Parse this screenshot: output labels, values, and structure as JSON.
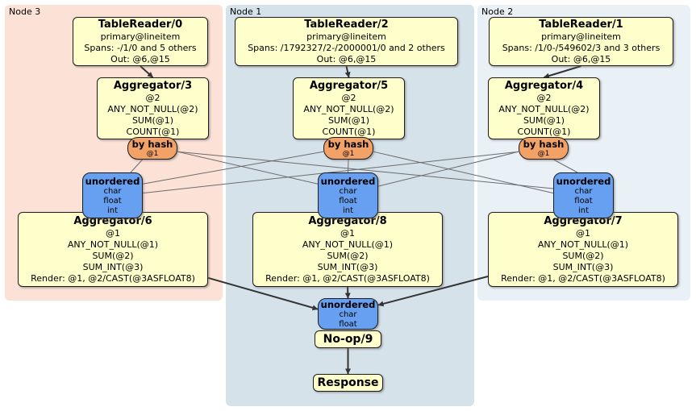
{
  "regions": [
    {
      "id": "region-node3",
      "label": "Node 3"
    },
    {
      "id": "region-node1",
      "label": "Node 1"
    },
    {
      "id": "region-node2",
      "label": "Node 2"
    }
  ],
  "nodes": {
    "tr0": {
      "title": "TableReader/0",
      "lines": [
        "primary@lineitem",
        "Spans: -/1/0 and 5 others",
        "Out: @6,@15"
      ]
    },
    "tr2": {
      "title": "TableReader/2",
      "lines": [
        "primary@lineitem",
        "Spans: /1792327/2-/2000001/0 and 2 others",
        "Out: @6,@15"
      ]
    },
    "tr1": {
      "title": "TableReader/1",
      "lines": [
        "primary@lineitem",
        "Spans: /1/0-/549602/3 and 3 others",
        "Out: @6,@15"
      ]
    },
    "agg3": {
      "title": "Aggregator/3",
      "lines": [
        "@2",
        "ANY_NOT_NULL(@2)",
        "SUM(@1)",
        "COUNT(@1)"
      ]
    },
    "agg5": {
      "title": "Aggregator/5",
      "lines": [
        "@2",
        "ANY_NOT_NULL(@2)",
        "SUM(@1)",
        "COUNT(@1)"
      ]
    },
    "agg4": {
      "title": "Aggregator/4",
      "lines": [
        "@2",
        "ANY_NOT_NULL(@2)",
        "SUM(@1)",
        "COUNT(@1)"
      ]
    },
    "byhash3": {
      "title": "by hash",
      "lines": [
        "@1"
      ]
    },
    "byhash5": {
      "title": "by hash",
      "lines": [
        "@1"
      ]
    },
    "byhash4": {
      "title": "by hash",
      "lines": [
        "@1"
      ]
    },
    "uno3": {
      "title": "unordered",
      "lines": [
        "char",
        "float",
        "int"
      ]
    },
    "uno1": {
      "title": "unordered",
      "lines": [
        "char",
        "float",
        "int"
      ]
    },
    "uno2": {
      "title": "unordered",
      "lines": [
        "char",
        "float",
        "int"
      ]
    },
    "agg6": {
      "title": "Aggregator/6",
      "lines": [
        "@1",
        "ANY_NOT_NULL(@1)",
        "SUM(@2)",
        "SUM_INT(@3)",
        "Render: @1, @2/CAST(@3ASFLOAT8)"
      ]
    },
    "agg8": {
      "title": "Aggregator/8",
      "lines": [
        "@1",
        "ANY_NOT_NULL(@1)",
        "SUM(@2)",
        "SUM_INT(@3)",
        "Render: @1, @2/CAST(@3ASFLOAT8)"
      ]
    },
    "agg7": {
      "title": "Aggregator/7",
      "lines": [
        "@1",
        "ANY_NOT_NULL(@1)",
        "SUM(@2)",
        "SUM_INT(@3)",
        "Render: @1, @2/CAST(@3ASFLOAT8)"
      ]
    },
    "unoF": {
      "title": "unordered",
      "lines": [
        "char",
        "float"
      ]
    },
    "noop": {
      "title": "No-op/9",
      "lines": []
    },
    "resp": {
      "title": "Response",
      "lines": []
    }
  },
  "edges": [
    {
      "from": "tr0",
      "to": "agg3",
      "type": "thick",
      "fa": [
        0.5,
        1
      ],
      "ta": [
        0.5,
        0
      ]
    },
    {
      "from": "tr2",
      "to": "agg5",
      "type": "thick",
      "fa": [
        0.5,
        1
      ],
      "ta": [
        0.5,
        0
      ]
    },
    {
      "from": "tr1",
      "to": "agg4",
      "type": "thick",
      "fa": [
        0.5,
        1
      ],
      "ta": [
        0.5,
        0
      ]
    },
    {
      "from": "agg6",
      "to": "unoF",
      "type": "thick",
      "fa": [
        1,
        0.88
      ],
      "ta": [
        0,
        0.35
      ]
    },
    {
      "from": "agg8",
      "to": "unoF",
      "type": "thick",
      "fa": [
        0.5,
        1
      ],
      "ta": [
        0.5,
        0
      ]
    },
    {
      "from": "agg7",
      "to": "unoF",
      "type": "thick",
      "fa": [
        0,
        0.86
      ],
      "ta": [
        1,
        0.22
      ]
    },
    {
      "from": "noop",
      "to": "resp",
      "type": "thick",
      "fa": [
        0.5,
        1
      ],
      "ta": [
        0.5,
        0
      ]
    },
    {
      "from": "byhash3",
      "to": "uno3",
      "type": "thin",
      "fa": [
        0.3,
        1
      ],
      "ta": [
        0.8,
        0
      ]
    },
    {
      "from": "byhash3",
      "to": "uno1",
      "type": "thin",
      "fa": [
        1,
        0.65
      ],
      "ta": [
        0,
        0.25
      ]
    },
    {
      "from": "byhash3",
      "to": "uno2",
      "type": "thin",
      "fa": [
        1,
        0.65
      ],
      "ta": [
        0,
        0.35
      ]
    },
    {
      "from": "byhash5",
      "to": "uno3",
      "type": "thin",
      "fa": [
        0,
        0.65
      ],
      "ta": [
        1,
        0.25
      ]
    },
    {
      "from": "byhash5",
      "to": "uno1",
      "type": "thin",
      "fa": [
        0.5,
        1
      ],
      "ta": [
        0.5,
        0
      ]
    },
    {
      "from": "byhash5",
      "to": "uno2",
      "type": "thin",
      "fa": [
        1,
        0.65
      ],
      "ta": [
        0,
        0.45
      ]
    },
    {
      "from": "byhash4",
      "to": "uno3",
      "type": "thin",
      "fa": [
        0,
        0.65
      ],
      "ta": [
        1,
        0.45
      ]
    },
    {
      "from": "byhash4",
      "to": "uno1",
      "type": "thin",
      "fa": [
        0,
        0.65
      ],
      "ta": [
        1,
        0.3
      ]
    },
    {
      "from": "byhash4",
      "to": "uno2",
      "type": "thin",
      "fa": [
        0.7,
        1
      ],
      "ta": [
        0.4,
        0
      ]
    }
  ],
  "colors": {
    "region_node3_bg": "#fbe1d6",
    "region_node1_bg": "#d6e2ea",
    "region_node2_bg": "#e9f0f6",
    "processor_bg": "#ffffcc",
    "router_bg": "#f2a266",
    "sync_bg": "#67a0f0",
    "thick_edge": "#333333",
    "thin_edge": "#6b6b6b"
  }
}
